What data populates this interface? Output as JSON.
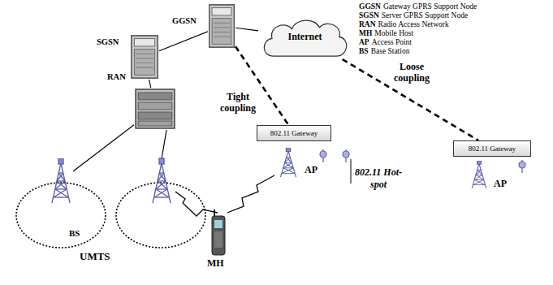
{
  "diagram": {
    "nodes": [
      {
        "text": [
          "UMTS"
        ]
      },
      {
        "text": [
          "SGSN"
        ],
        "in": 0
      },
      {
        "text": [
          "RAN"
        ],
        "in": 0
      },
      {
        "text": [
          "BS"
        ],
        "in": 0
      },
      {
        "text": [
          "GGSN"
        ]
      },
      {
        "text": [
          "Internet"
        ]
      },
      {
        "text": [
          "802.11 Gateway"
        ]
      },
      {
        "text": [
          "AP"
        ]
      },
      {
        "text": [
          "802.11 Gateway"
        ]
      },
      {
        "text": [
          "AP"
        ]
      },
      {
        "text": [
          "MH"
        ]
      }
    ],
    "edges": [
      {
        "from": 4,
        "to": 1,
        "arrow": "none"
      },
      {
        "from": 1,
        "to": 2,
        "arrow": "none"
      },
      {
        "from": 2,
        "to": 3,
        "arrow": "none"
      },
      {
        "from": 4,
        "to": 5,
        "arrow": "none"
      },
      {
        "from": 4,
        "to": 6,
        "arrow": "none",
        "label": "Tight coupling"
      },
      {
        "from": 5,
        "to": 8,
        "arrow": "none",
        "label": "Loose coupling"
      }
    ],
    "labels": [
      "GGSN",
      "Gateway GPRS Support Node",
      "SGSN",
      "Server GPRS Support Node",
      "RAN",
      "Radio Access Network",
      "MH",
      "Mobile Host",
      "AP",
      "Access Point",
      "BS",
      "Base Station",
      "802.11 Hot-spot"
    ]
  }
}
